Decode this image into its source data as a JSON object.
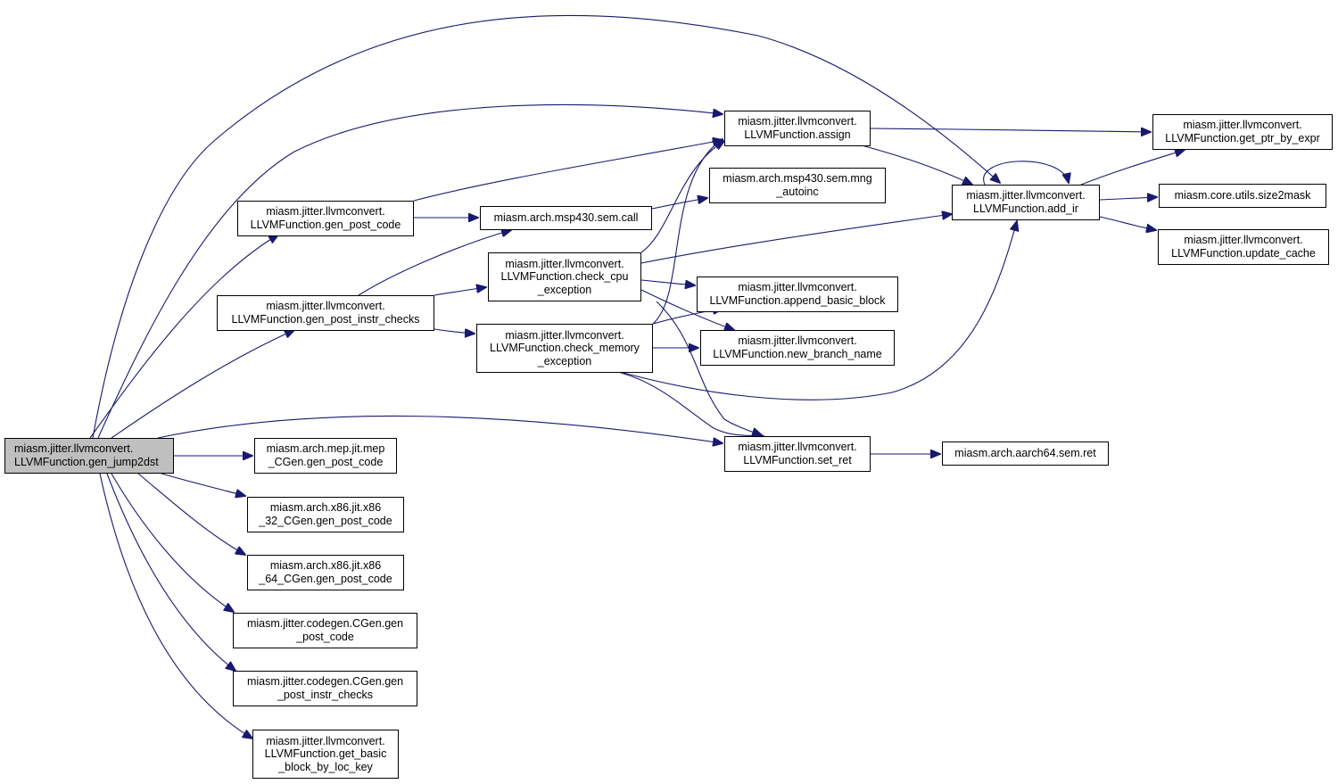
{
  "colors": {
    "edge": "#191970",
    "node_border": "#000000",
    "node_fill": "#ffffff",
    "root_fill": "#bfbfbf"
  },
  "nodes": [
    {
      "id": "gen_jump2dst",
      "lines": [
        "miasm.jitter.llvmconvert.",
        "LLVMFunction.gen_jump2dst"
      ],
      "highlight": true
    },
    {
      "id": "gen_post_code",
      "lines": [
        "miasm.jitter.llvmconvert.",
        "LLVMFunction.gen_post_code"
      ]
    },
    {
      "id": "gen_post_instr_checks",
      "lines": [
        "miasm.jitter.llvmconvert.",
        "LLVMFunction.gen_post_instr_checks"
      ]
    },
    {
      "id": "mep_gen_post_code",
      "lines": [
        "miasm.arch.mep.jit.mep",
        "_CGen.gen_post_code"
      ]
    },
    {
      "id": "x86_32_gen_post_code",
      "lines": [
        "miasm.arch.x86.jit.x86",
        "_32_CGen.gen_post_code"
      ]
    },
    {
      "id": "x86_64_gen_post_code",
      "lines": [
        "miasm.arch.x86.jit.x86",
        "_64_CGen.gen_post_code"
      ]
    },
    {
      "id": "cgen_gen_post_code",
      "lines": [
        "miasm.jitter.codegen.CGen.gen",
        "_post_code"
      ]
    },
    {
      "id": "cgen_gen_post_instr_checks",
      "lines": [
        "miasm.jitter.codegen.CGen.gen",
        "_post_instr_checks"
      ]
    },
    {
      "id": "get_basic_block_by_loc_key",
      "lines": [
        "miasm.jitter.llvmconvert.",
        "LLVMFunction.get_basic",
        "_block_by_loc_key"
      ]
    },
    {
      "id": "msp430_call",
      "lines": [
        "miasm.arch.msp430.sem.call"
      ]
    },
    {
      "id": "check_cpu_exception",
      "lines": [
        "miasm.jitter.llvmconvert.",
        "LLVMFunction.check_cpu",
        "_exception"
      ]
    },
    {
      "id": "check_memory_exception",
      "lines": [
        "miasm.jitter.llvmconvert.",
        "LLVMFunction.check_memory",
        "_exception"
      ]
    },
    {
      "id": "assign",
      "lines": [
        "miasm.jitter.llvmconvert.",
        "LLVMFunction.assign"
      ]
    },
    {
      "id": "mng_autoinc",
      "lines": [
        "miasm.arch.msp430.sem.mng",
        "_autoinc"
      ]
    },
    {
      "id": "append_basic_block",
      "lines": [
        "miasm.jitter.llvmconvert.",
        "LLVMFunction.append_basic_block"
      ]
    },
    {
      "id": "new_branch_name",
      "lines": [
        "miasm.jitter.llvmconvert.",
        "LLVMFunction.new_branch_name"
      ]
    },
    {
      "id": "set_ret",
      "lines": [
        "miasm.jitter.llvmconvert.",
        "LLVMFunction.set_ret"
      ]
    },
    {
      "id": "add_ir",
      "lines": [
        "miasm.jitter.llvmconvert.",
        "LLVMFunction.add_ir"
      ]
    },
    {
      "id": "aarch64_ret",
      "lines": [
        "miasm.arch.aarch64.sem.ret"
      ]
    },
    {
      "id": "get_ptr_by_expr",
      "lines": [
        "miasm.jitter.llvmconvert.",
        "LLVMFunction.get_ptr_by_expr"
      ]
    },
    {
      "id": "size2mask",
      "lines": [
        "miasm.core.utils.size2mask"
      ]
    },
    {
      "id": "update_cache",
      "lines": [
        "miasm.jitter.llvmconvert.",
        "LLVMFunction.update_cache"
      ]
    }
  ],
  "edges": [
    [
      "gen_jump2dst",
      "gen_post_code"
    ],
    [
      "gen_jump2dst",
      "gen_post_instr_checks"
    ],
    [
      "gen_jump2dst",
      "mep_gen_post_code"
    ],
    [
      "gen_jump2dst",
      "x86_32_gen_post_code"
    ],
    [
      "gen_jump2dst",
      "x86_64_gen_post_code"
    ],
    [
      "gen_jump2dst",
      "cgen_gen_post_code"
    ],
    [
      "gen_jump2dst",
      "cgen_gen_post_instr_checks"
    ],
    [
      "gen_jump2dst",
      "get_basic_block_by_loc_key"
    ],
    [
      "gen_jump2dst",
      "assign"
    ],
    [
      "gen_jump2dst",
      "add_ir"
    ],
    [
      "gen_jump2dst",
      "set_ret"
    ],
    [
      "gen_post_code",
      "msp430_call"
    ],
    [
      "gen_post_code",
      "assign"
    ],
    [
      "gen_post_instr_checks",
      "msp430_call"
    ],
    [
      "gen_post_instr_checks",
      "check_cpu_exception"
    ],
    [
      "gen_post_instr_checks",
      "check_memory_exception"
    ],
    [
      "msp430_call",
      "mng_autoinc"
    ],
    [
      "check_cpu_exception",
      "assign"
    ],
    [
      "check_cpu_exception",
      "append_basic_block"
    ],
    [
      "check_cpu_exception",
      "new_branch_name"
    ],
    [
      "check_cpu_exception",
      "add_ir"
    ],
    [
      "check_cpu_exception",
      "set_ret"
    ],
    [
      "check_memory_exception",
      "assign"
    ],
    [
      "check_memory_exception",
      "append_basic_block"
    ],
    [
      "check_memory_exception",
      "new_branch_name"
    ],
    [
      "check_memory_exception",
      "add_ir"
    ],
    [
      "check_memory_exception",
      "set_ret"
    ],
    [
      "assign",
      "get_ptr_by_expr"
    ],
    [
      "assign",
      "add_ir"
    ],
    [
      "add_ir",
      "add_ir"
    ],
    [
      "add_ir",
      "get_ptr_by_expr"
    ],
    [
      "add_ir",
      "size2mask"
    ],
    [
      "add_ir",
      "update_cache"
    ],
    [
      "set_ret",
      "aarch64_ret"
    ]
  ]
}
